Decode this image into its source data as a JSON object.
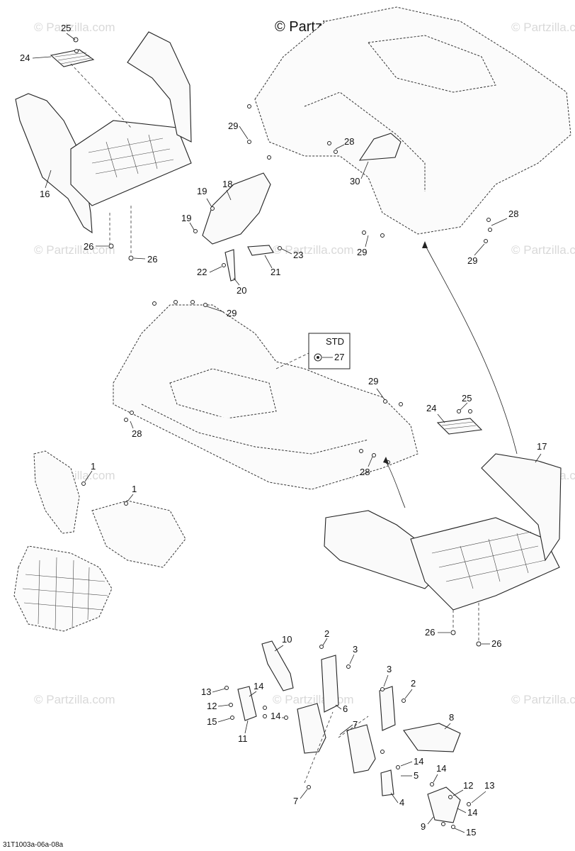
{
  "header": {
    "copyright": "© Partzilla.com"
  },
  "watermark": "© Partzilla.com",
  "footer": {
    "reference": "31T1003a-06a-08a"
  },
  "callouts": {
    "c25a": "25",
    "c24a": "24",
    "c16": "16",
    "c26a": "26",
    "c26b": "26",
    "c18": "18",
    "c19a": "19",
    "c19b": "19",
    "c22": "22",
    "c20": "20",
    "c21": "21",
    "c23": "23",
    "c29a": "29",
    "c28a": "28",
    "c30": "30",
    "c28b": "28",
    "c29b": "29",
    "c29c": "29",
    "c29d": "29",
    "c27": "27",
    "std": "STD",
    "c28c": "28",
    "c29e": "29",
    "c28d": "28",
    "c25b": "25",
    "c24b": "24",
    "c17": "17",
    "c1a": "1",
    "c1b": "1",
    "c26c": "26",
    "c26d": "26",
    "c10": "10",
    "c2a": "2",
    "c3a": "3",
    "c3b": "3",
    "c2b": "2",
    "c13a": "13",
    "c14a": "14",
    "c12a": "12",
    "c15a": "15",
    "c14b": "14",
    "c11": "11",
    "c6": "6",
    "c7a": "7",
    "c8": "8",
    "c14c": "14",
    "c5": "5",
    "c14d": "14",
    "c7b": "7",
    "c4": "4",
    "c12b": "12",
    "c13b": "13",
    "c14e": "14",
    "c9": "9",
    "c15b": "15"
  }
}
